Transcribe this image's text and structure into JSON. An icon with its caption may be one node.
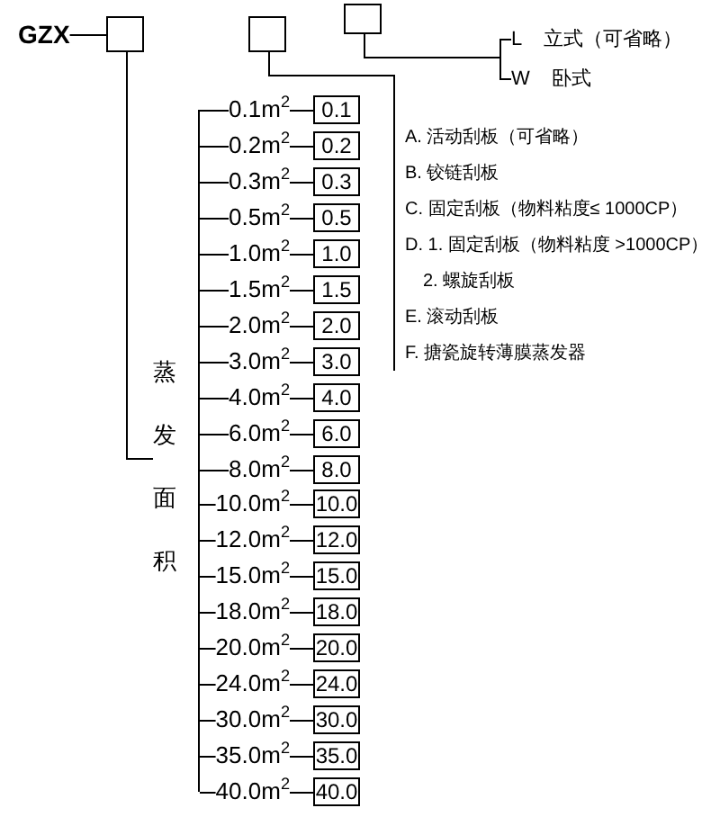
{
  "diagram": {
    "nodes": [
      {
        "text": [
          "GZX"
        ]
      },
      {
        "text": [],
        "shape": "box"
      },
      {
        "text": [],
        "shape": "box"
      },
      {
        "text": [],
        "shape": "box"
      },
      {
        "text": [
          "L 立式（可省略）"
        ]
      },
      {
        "text": [
          "W 卧式"
        ]
      },
      {
        "text": [
          "A. 活动刮板（可省略）",
          "B. 铰链刮板",
          "C. 固定刮板（物料粘度≤ 1000CP）",
          "D. 1. 固定刮板（物料粘度 >1000CP）",
          "2. 螺旋刮板",
          "E. 滚动刮板",
          "F. 搪瓷旋转薄膜蒸发器"
        ]
      },
      {
        "text": [
          "蒸发面积"
        ]
      },
      {
        "text": [],
        "shape": "bar"
      },
      {
        "text": [
          "0.1m$^{2}$"
        ]
      },
      {
        "text": [
          "0.1"
        ]
      },
      {
        "text": [
          "0.2m$^{2}$"
        ]
      },
      {
        "text": [
          "0.2"
        ]
      },
      {
        "text": [
          "0.3m$^{2}$"
        ]
      },
      {
        "text": [
          "0.3"
        ]
      },
      {
        "text": [
          "0.5m$^{2}$"
        ]
      },
      {
        "text": [
          "0.5"
        ]
      },
      {
        "text": [
          "1.0m$^{2}$"
        ]
      },
      {
        "text": [
          "1.0"
        ]
      },
      {
        "text": [
          "1.5m$^{2}$"
        ]
      },
      {
        "text": [
          "1.5"
        ]
      },
      {
        "text": [
          "2.0m$^{2}$"
        ]
      },
      {
        "text": [
          "2.0"
        ]
      },
      {
        "text": [
          "3.0m$^{2}$"
        ]
      },
      {
        "text": [
          "3.0"
        ]
      },
      {
        "text": [
          "4.0m$^{2}$"
        ]
      },
      {
        "text": [
          "4.0"
        ]
      },
      {
        "text": [
          "6.0m$^{2}$"
        ]
      },
      {
        "text": [
          "6.0"
        ]
      },
      {
        "text": [
          "8.0m$^{2}$"
        ]
      },
      {
        "text": [
          "8.0"
        ]
      },
      {
        "text": [
          "10.0m$^{2}$"
        ]
      },
      {
        "text": [
          "10.0"
        ]
      },
      {
        "text": [
          "12.0m$^{2}$"
        ]
      },
      {
        "text": [
          "12.0"
        ]
      },
      {
        "text": [
          "15.0m$^{2}$"
        ]
      },
      {
        "text": [
          "15.0"
        ]
      },
      {
        "text": [
          "18.0m$^{2}$"
        ]
      },
      {
        "text": [
          "18.0"
        ]
      },
      {
        "text": [
          "20.0m$^{2}$"
        ]
      },
      {
        "text": [
          "20.0"
        ]
      },
      {
        "text": [
          "24.0m$^{2}$"
        ]
      },
      {
        "text": [
          "24.0"
        ]
      },
      {
        "text": [
          "30.0m$^{2}$"
        ]
      },
      {
        "text": [
          "30.0"
        ]
      },
      {
        "text": [
          "35.0m$^{2}$"
        ]
      },
      {
        "text": [
          "35.0"
        ]
      },
      {
        "text": [
          "40.0m$^{2}$"
        ]
      },
      {
        "text": [
          "40.0"
        ]
      }
    ],
    "edges": [
      {
        "from": 0,
        "to": 1,
        "arrow": "none"
      },
      {
        "from": 1,
        "to": 7,
        "arrow": "none"
      },
      {
        "from": 2,
        "to": 6,
        "arrow": "none"
      },
      {
        "from": 3,
        "to": 4,
        "arrow": "none"
      },
      {
        "from": 3,
        "to": 5,
        "arrow": "none"
      },
      {
        "from": 8,
        "to": 9,
        "arrow": "none"
      },
      {
        "from": 9,
        "to": 10,
        "arrow": "none"
      },
      {
        "from": 8,
        "to": 11,
        "arrow": "none"
      },
      {
        "from": 11,
        "to": 12,
        "arrow": "none"
      },
      {
        "from": 8,
        "to": 13,
        "arrow": "none"
      },
      {
        "from": 13,
        "to": 14,
        "arrow": "none"
      },
      {
        "from": 8,
        "to": 15,
        "arrow": "none"
      },
      {
        "from": 15,
        "to": 16,
        "arrow": "none"
      },
      {
        "from": 8,
        "to": 17,
        "arrow": "none"
      },
      {
        "from": 17,
        "to": 18,
        "arrow": "none"
      },
      {
        "from": 8,
        "to": 19,
        "arrow": "none"
      },
      {
        "from": 19,
        "to": 20,
        "arrow": "none"
      },
      {
        "from": 8,
        "to": 21,
        "arrow": "none"
      },
      {
        "from": 21,
        "to": 22,
        "arrow": "none"
      },
      {
        "from": 8,
        "to": 23,
        "arrow": "none"
      },
      {
        "from": 23,
        "to": 24,
        "arrow": "none"
      },
      {
        "from": 8,
        "to": 25,
        "arrow": "none"
      },
      {
        "from": 25,
        "to": 26,
        "arrow": "none"
      },
      {
        "from": 8,
        "to": 27,
        "arrow": "none"
      },
      {
        "from": 27,
        "to": 28,
        "arrow": "none"
      },
      {
        "from": 8,
        "to": 29,
        "arrow": "none"
      },
      {
        "from": 29,
        "to": 30,
        "arrow": "none"
      },
      {
        "from": 8,
        "to": 31,
        "arrow": "none"
      },
      {
        "from": 31,
        "to": 32,
        "arrow": "none"
      },
      {
        "from": 8,
        "to": 33,
        "arrow": "none"
      },
      {
        "from": 33,
        "to": 34,
        "arrow": "none"
      },
      {
        "from": 8,
        "to": 35,
        "arrow": "none"
      },
      {
        "from": 35,
        "to": 36,
        "arrow": "none"
      },
      {
        "from": 8,
        "to": 37,
        "arrow": "none"
      },
      {
        "from": 37,
        "to": 38,
        "arrow": "none"
      },
      {
        "from": 8,
        "to": 39,
        "arrow": "none"
      },
      {
        "from": 39,
        "to": 40,
        "arrow": "none"
      },
      {
        "from": 8,
        "to": 41,
        "arrow": "none"
      },
      {
        "from": 41,
        "to": 42,
        "arrow": "none"
      },
      {
        "from": 8,
        "to": 43,
        "arrow": "none"
      },
      {
        "from": 43,
        "to": 44,
        "arrow": "none"
      },
      {
        "from": 8,
        "to": 45,
        "arrow": "none"
      },
      {
        "from": 45,
        "to": 46,
        "arrow": "none"
      },
      {
        "from": 8,
        "to": 47,
        "arrow": "none"
      },
      {
        "from": 47,
        "to": 48,
        "arrow": "none"
      }
    ]
  }
}
